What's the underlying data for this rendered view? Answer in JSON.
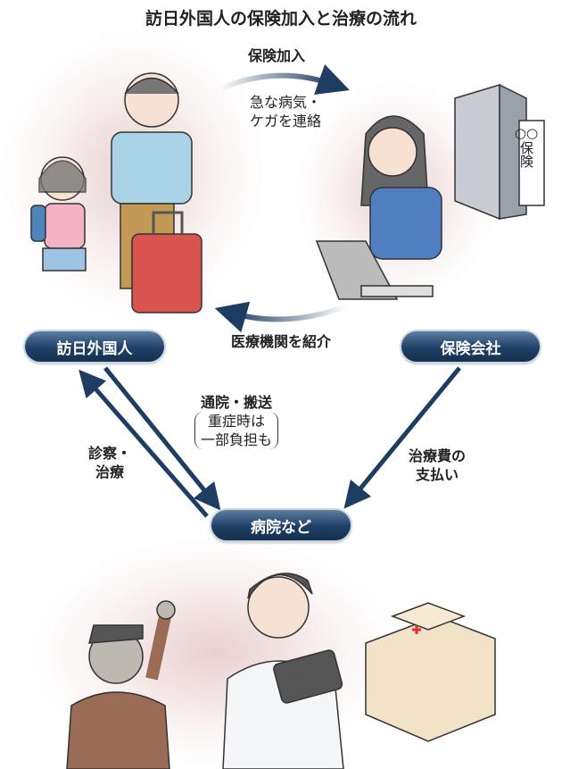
{
  "title": "訪日外国人の保険加入と治療の流れ",
  "nodes": {
    "visitor": "訪日外国人",
    "insurer": "保険会社",
    "hospital": "病院など"
  },
  "flows": {
    "enroll": "保険加入",
    "contact": [
      "急な病気・",
      "ケガを連絡"
    ],
    "refer": "医療機関を紹介",
    "visit": "通院・搬送",
    "visit_note": [
      "重症時は",
      "一部負担も"
    ],
    "treat": [
      "診察・",
      "治療"
    ],
    "pay": [
      "治療費の",
      "支払い"
    ]
  },
  "building_sign": [
    "○○",
    "保険"
  ],
  "colors": {
    "arrow": "#1e3d63",
    "pill": "#1f3f66"
  }
}
